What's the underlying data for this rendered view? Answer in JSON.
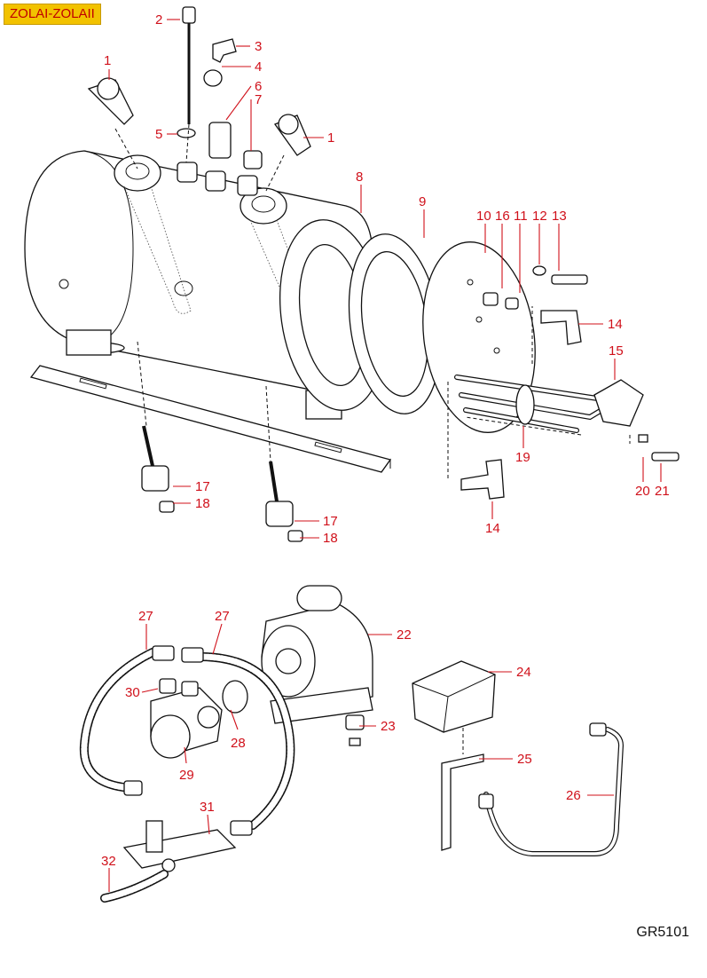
{
  "header": {
    "model_label": "ZOLAI-ZOLAII"
  },
  "footer": {
    "reference_code": "GR5101"
  },
  "callouts": {
    "c1a": "1",
    "c1b": "1",
    "c2": "2",
    "c3": "3",
    "c4": "4",
    "c5": "5",
    "c6": "6",
    "c7": "7",
    "c8": "8",
    "c9": "9",
    "c10": "10",
    "c16": "16",
    "c11": "11",
    "c12": "12",
    "c13": "13",
    "c14a": "14",
    "c14b": "14",
    "c15": "15",
    "c19": "19",
    "c20": "20",
    "c21": "21",
    "c17a": "17",
    "c18a": "18",
    "c17b": "17",
    "c18b": "18",
    "c22": "22",
    "c23": "23",
    "c24": "24",
    "c25": "25",
    "c26": "26",
    "c27a": "27",
    "c27b": "27",
    "c28": "28",
    "c29": "29",
    "c30": "30",
    "c31": "31",
    "c32": "32"
  }
}
